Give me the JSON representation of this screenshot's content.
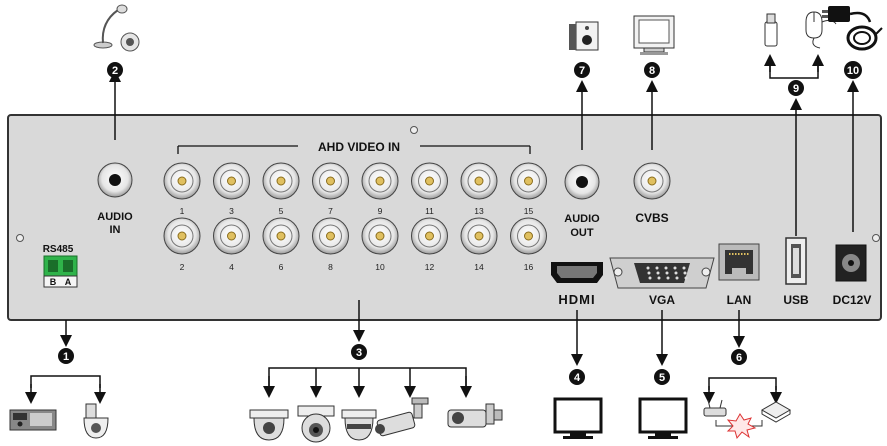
{
  "panel": {
    "title": "AHD VIDEO IN",
    "rs485_label": "RS485",
    "rs485_pins": [
      "B",
      "A"
    ],
    "audio_in_label_1": "AUDIO",
    "audio_in_label_2": "IN",
    "audio_out_label_1": "AUDIO",
    "audio_out_label_2": "OUT",
    "cvbs_label": "CVBS",
    "hdmi_label": "HDMI",
    "vga_label": "VGA",
    "lan_label": "LAN",
    "usb_label": "USB",
    "power_label": "DC12V",
    "top_channels": [
      "1",
      "3",
      "5",
      "7",
      "9",
      "11",
      "13",
      "15"
    ],
    "bottom_channels": [
      "2",
      "4",
      "6",
      "8",
      "10",
      "12",
      "14",
      "16"
    ]
  },
  "callouts": [
    "1",
    "2",
    "3",
    "4",
    "5",
    "6",
    "7",
    "8",
    "9",
    "10"
  ],
  "devices": {
    "callout_1": [
      "keyboard-controller-icon",
      "ptz-dome-camera-icon"
    ],
    "callout_2": "microphone-icon",
    "callout_3": [
      "dome-camera-icon",
      "dome-camera-icon",
      "dome-camera-icon",
      "bullet-camera-icon",
      "bullet-camera-icon"
    ],
    "callout_4": "hdmi-monitor-icon",
    "callout_5": "vga-monitor-icon",
    "callout_6": [
      "router-icon",
      "internet-icon",
      "hard-disk-icon"
    ],
    "callout_7": "speaker-icon",
    "callout_8": "crt-monitor-icon",
    "callout_9": [
      "usb-stick-icon",
      "usb-mouse-icon"
    ],
    "callout_10": "power-adapter-icon"
  },
  "colors": {
    "panel_fill": "#d9d9d9",
    "panel_stroke": "#333333",
    "bnc_gold": "#e0c060",
    "rs485_green": "#2fb34a",
    "callout_fill": "#111111"
  }
}
